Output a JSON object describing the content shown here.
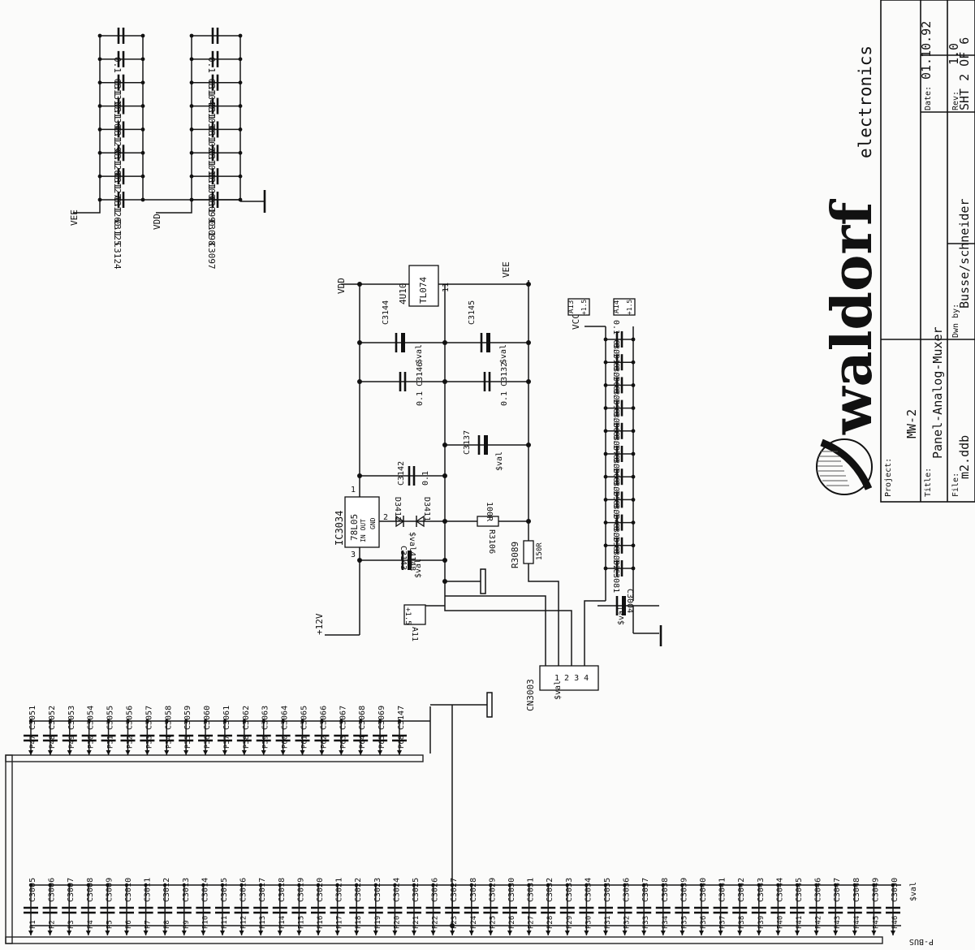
{
  "title_block": {
    "brand": "waldorf",
    "brand_suffix": "electronics",
    "project_label": "Project:",
    "project": "MW-2",
    "title_label": "Title:",
    "title": "Panel-Analog-Muxer",
    "file_label": "File:",
    "file": "m2.ddb",
    "drawn_label": "Dwn by:",
    "drawn": "Busse/schneider",
    "date_label": "Date:",
    "date": "01.10.92",
    "rev_label": "Rev:",
    "rev": "1.0",
    "sheet": "SHT 2 OF 6"
  },
  "decoupling": {
    "vee_label": "VEE",
    "vdd_label": "VDD",
    "top_row": [
      "0.1 C3124",
      "0.1 C3125",
      "0.1 C3126",
      "0.1 C3127",
      "0.1 C3128",
      "0.1 C3129",
      "0.1 C3130",
      "0.1 C3131"
    ],
    "bottom_row": [
      "0.1 C3097",
      "0.1 C3098",
      "0.1 C3099",
      "0.1 C3100",
      "0.1 C3101",
      "0.1 C3102",
      "0.1 C3103",
      "0.1 C3104"
    ]
  },
  "power": {
    "vdd_label": "VDD",
    "vee_label": "VEE",
    "vcc_label": "VCC",
    "plus12_label": "+12V",
    "opamp_ref": "4U10",
    "opamp_part": "TL074",
    "opamp_pin": "11",
    "regulator_ref": "IC3034",
    "regulator_part": "78L05",
    "regulator_pins": "IN OUT",
    "regulator_gnd": "GND",
    "regulator_pin_in": "3",
    "regulator_pin_out": "1",
    "regulator_pin_gnd": "2",
    "c3144": "C3144",
    "c3144_val": "$val",
    "c3145": "C3145",
    "c3145_val": "$val",
    "c3146": "0.1 C3146",
    "c3132": "0.1 C3132",
    "c3137": "C3137",
    "c3137_val": "$val",
    "c3142": "C3142",
    "c3142_val": "0.1",
    "diode_a": "D3412",
    "diode_b": "D3411",
    "diode_val": "$val4148",
    "c3143": "C3143",
    "c3143_val": "$val",
    "r3106": "R3106",
    "r3106_val": "100R",
    "r3089": "R3089",
    "r3089_val": "150R",
    "a11": "A11",
    "a11_val": "+1.5",
    "a13": "A13",
    "a13_val": "+1.5",
    "a14": "A14",
    "a14_val": "+1.5",
    "c3004": "C3004",
    "c3004_val": "$val",
    "vcc_caps": [
      "0.1 C3091",
      "0.1 C3090",
      "0.1 C3089",
      "0.1 C3088",
      "0.1 C3087",
      "0.1 C3086",
      "0.1 C3085",
      "0.1 C3084",
      "0.1 C3083",
      "0.1 C3082",
      "0.1 C3081"
    ]
  },
  "connector": {
    "ref": "CN3003",
    "val": "$val",
    "pins": "1 2 3 4"
  },
  "pbus": {
    "label": "P-BUS",
    "val_label": "$val",
    "upper_pins": [
      "P47",
      "P48",
      "P49",
      "P50",
      "P51",
      "P52",
      "P53",
      "P54",
      "P55",
      "P56",
      "P57",
      "P58",
      "P59",
      "P60",
      "P61",
      "P62",
      "P63",
      "P64",
      "P65",
      "P68"
    ],
    "upper_caps": [
      "C3051",
      "C3052",
      "C3053",
      "C3054",
      "C3055",
      "C3056",
      "C3057",
      "C3058",
      "C3059",
      "C3060",
      "C3061",
      "C3062",
      "C3063",
      "C3064",
      "C3065",
      "C3066",
      "C3067",
      "C3068",
      "C3069",
      "C3147"
    ],
    "lower_pins": [
      "P1",
      "P2",
      "P3",
      "P4",
      "P5",
      "P6",
      "P7",
      "P8",
      "P9",
      "P10",
      "P11",
      "P12",
      "P13",
      "P14",
      "P15",
      "P16",
      "P17",
      "P18",
      "P19",
      "P20",
      "P21",
      "P22",
      "P23",
      "P24",
      "P25",
      "P26",
      "P27",
      "P28",
      "P29",
      "P30",
      "P31",
      "P32",
      "P33",
      "P34",
      "P35",
      "P36",
      "P37",
      "P38",
      "P39",
      "P40",
      "P41",
      "P42",
      "P43",
      "P44",
      "P45",
      "P46"
    ],
    "lower_caps": [
      "C3005",
      "C3006",
      "C3007",
      "C3008",
      "C3009",
      "C3010",
      "C3011",
      "C3012",
      "C3013",
      "C3014",
      "C3015",
      "C3016",
      "C3017",
      "C3018",
      "C3019",
      "C3020",
      "C3021",
      "C3022",
      "C3023",
      "C3024",
      "C3025",
      "C3026",
      "C3027",
      "C3028",
      "C3029",
      "C3030",
      "C3031",
      "C3032",
      "C3033",
      "C3034",
      "C3035",
      "C3036",
      "C3037",
      "C3038",
      "C3039",
      "C3040",
      "C3041",
      "C3042",
      "C3043",
      "C3044",
      "C3045",
      "C3046",
      "C3047",
      "C3048",
      "C3049",
      "C3050"
    ]
  }
}
